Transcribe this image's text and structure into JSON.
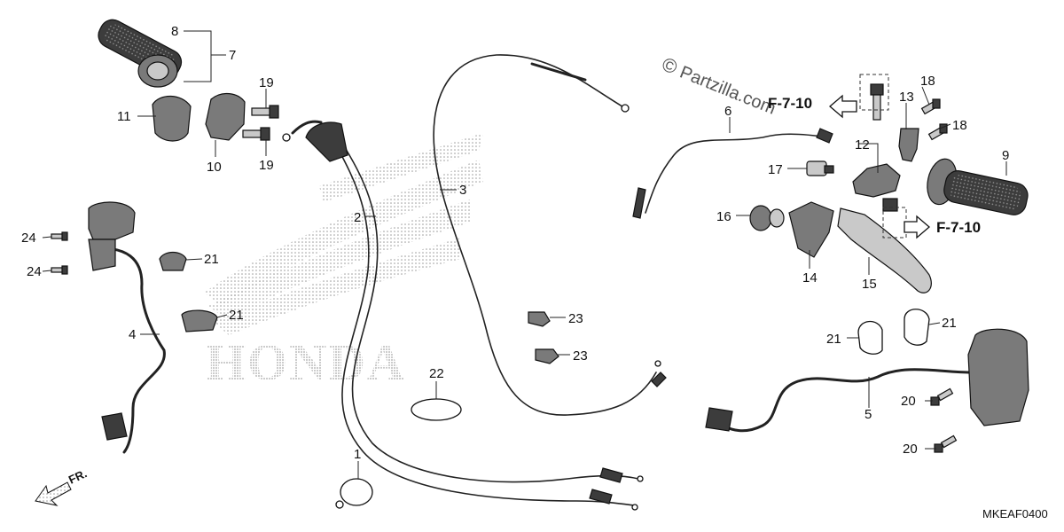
{
  "diagram": {
    "watermark": {
      "copyright_symbol": "©",
      "text": "Partzilla.com"
    },
    "brand_mark": "HONDA",
    "diagram_code": "MKEAF0400",
    "direction_label": "FR.",
    "reference_labels": {
      "upper": "F-7-10",
      "lower": "F-7-10"
    },
    "callouts": {
      "c1": "1",
      "c2": "2",
      "c3": "3",
      "c4": "4",
      "c5": "5",
      "c6": "6",
      "c7": "7",
      "c8": "8",
      "c9": "9",
      "c10": "10",
      "c11": "11",
      "c12": "12",
      "c13": "13",
      "c14": "14",
      "c15": "15",
      "c16": "16",
      "c17": "17",
      "c18a": "18",
      "c18b": "18",
      "c19a": "19",
      "c19b": "19",
      "c20a": "20",
      "c20b": "20",
      "c21a": "21",
      "c21b": "21",
      "c21c": "21",
      "c21d": "21",
      "c22": "22",
      "c23a": "23",
      "c23b": "23",
      "c24a": "24",
      "c24b": "24"
    },
    "icons": {
      "arrow": "fr-direction-arrow-icon",
      "ref_arrow": "hollow-reference-arrow-icon"
    }
  }
}
